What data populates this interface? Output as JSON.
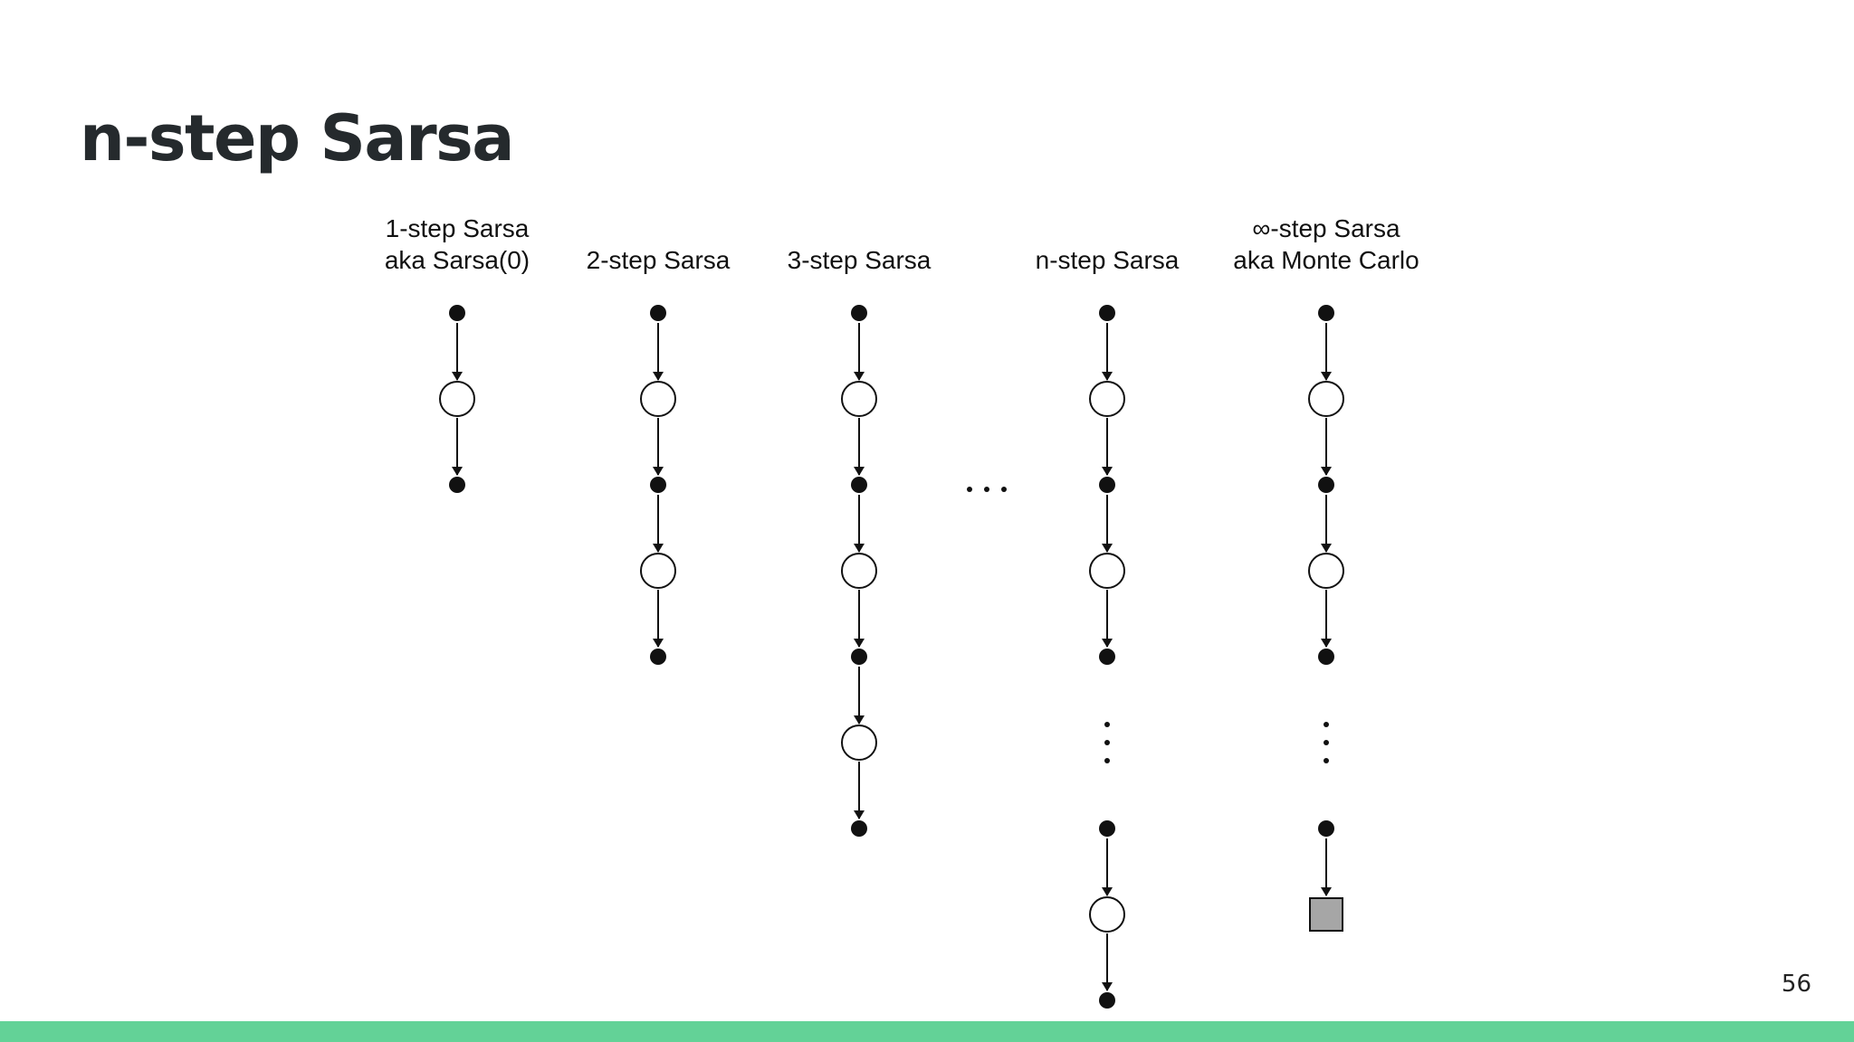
{
  "slide": {
    "title": "n-step Sarsa",
    "page_number": "56",
    "accent_color": "#63d297"
  },
  "diagram": {
    "columns": [
      {
        "label_lines": [
          "1-step Sarsa",
          "aka Sarsa(0)"
        ],
        "sequence": [
          "state",
          "action",
          "state"
        ]
      },
      {
        "label_lines": [
          "2-step Sarsa"
        ],
        "sequence": [
          "state",
          "action",
          "state",
          "action",
          "state"
        ]
      },
      {
        "label_lines": [
          "3-step Sarsa"
        ],
        "sequence": [
          "state",
          "action",
          "state",
          "action",
          "state",
          "action",
          "state"
        ]
      },
      {
        "label_lines": [
          "n-step Sarsa"
        ],
        "sequence": [
          "state",
          "action",
          "state",
          "action",
          "state",
          "ellipsis",
          "state",
          "action",
          "state"
        ]
      },
      {
        "label_lines": [
          "∞-step Sarsa",
          "aka Monte Carlo"
        ],
        "sequence": [
          "state",
          "action",
          "state",
          "action",
          "state",
          "ellipsis",
          "state",
          "terminal"
        ]
      }
    ],
    "between_columns_ellipsis": true
  }
}
